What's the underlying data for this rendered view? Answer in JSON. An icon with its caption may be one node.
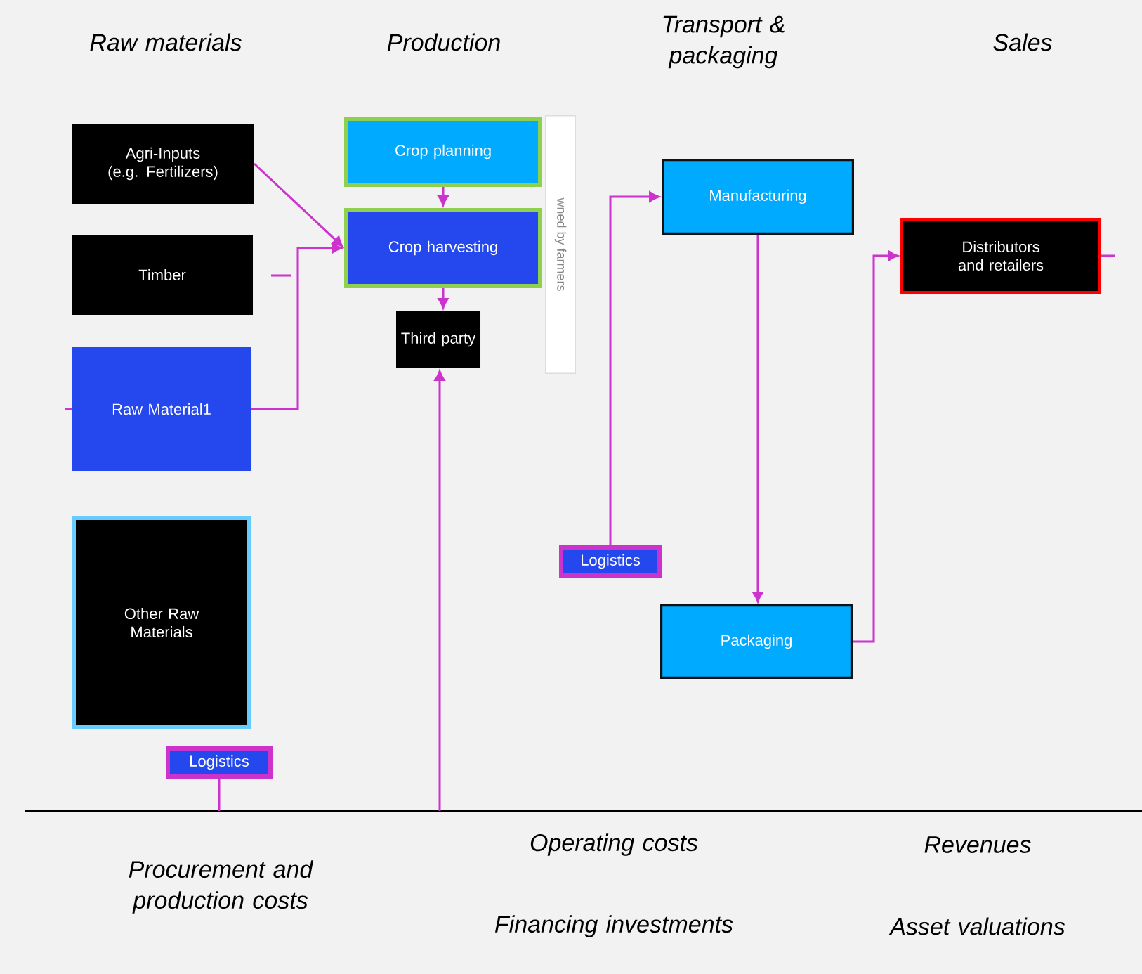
{
  "diagram": {
    "nodes": [
      {
        "text": [
          "Agri-Inputs (e.g. Fertilizers)"
        ]
      },
      {
        "text": [
          "Timber"
        ]
      },
      {
        "text": [
          "Raw Material1"
        ]
      },
      {
        "text": [
          "Other Raw Materials"
        ]
      },
      {
        "text": [
          "Logistics"
        ]
      },
      {
        "text": [
          "Crop planning"
        ]
      },
      {
        "text": [
          "Crop harvesting"
        ]
      },
      {
        "text": [
          "Third party"
        ]
      },
      {
        "text": [
          "wned by farmers"
        ]
      },
      {
        "text": [
          "Manufacturing"
        ]
      },
      {
        "text": [
          "Logistics"
        ]
      },
      {
        "text": [
          "Packaging"
        ]
      },
      {
        "text": [
          "Distributors and retailers"
        ]
      }
    ],
    "edges": [
      {
        "from": 0,
        "to": 6,
        "arrow": "to"
      },
      {
        "from": 2,
        "to": 6,
        "arrow": "to"
      },
      {
        "from": 5,
        "to": 6,
        "arrow": "to"
      },
      {
        "from": 6,
        "to": 7,
        "arrow": "to"
      },
      {
        "from": null,
        "to": 7,
        "arrow": "to"
      },
      {
        "from": 10,
        "to": 9,
        "arrow": "to"
      },
      {
        "from": 9,
        "to": 11,
        "arrow": "to"
      },
      {
        "from": 11,
        "to": 12,
        "arrow": "to"
      },
      {
        "from": 12,
        "to": null,
        "arrow": "none"
      },
      {
        "from": null,
        "to": 2,
        "arrow": "none"
      },
      {
        "from": 4,
        "to": null,
        "arrow": "none"
      }
    ],
    "labels": [
      "Raw materials",
      "Production",
      "Transport & packaging",
      "Sales",
      "Procurement and production costs",
      "Operating costs",
      "Revenues",
      "Financing investments",
      "Asset valuations"
    ]
  }
}
